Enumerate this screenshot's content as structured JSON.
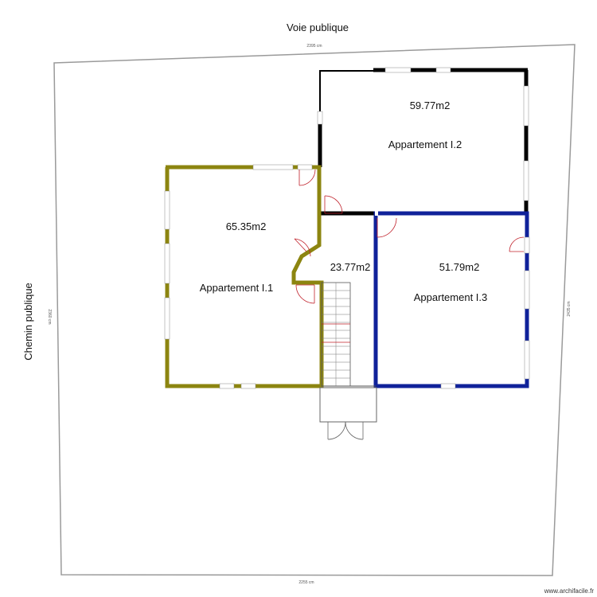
{
  "labels": {
    "road_top": "Voie publique",
    "road_left": "Chemin publique",
    "watermark": "www.archifacile.fr"
  },
  "dimensions": {
    "top": "2395 cm",
    "bottom": "2255 cm",
    "left": "2360 cm",
    "right": "2435 cm"
  },
  "rooms": [
    {
      "name": "Appartement I.1",
      "area": "65.35m2"
    },
    {
      "name": "Appartement I.2",
      "area": "59.77m2"
    },
    {
      "name": "Appartement I.3",
      "area": "51.79m2"
    },
    {
      "name": "",
      "area": "23.77m2"
    }
  ],
  "colors": {
    "apt1_wall": "#8c8510",
    "apt2_wall": "#000000",
    "apt3_wall": "#10229a",
    "door": "#c0202a",
    "plot_line": "#9a9a9a"
  }
}
